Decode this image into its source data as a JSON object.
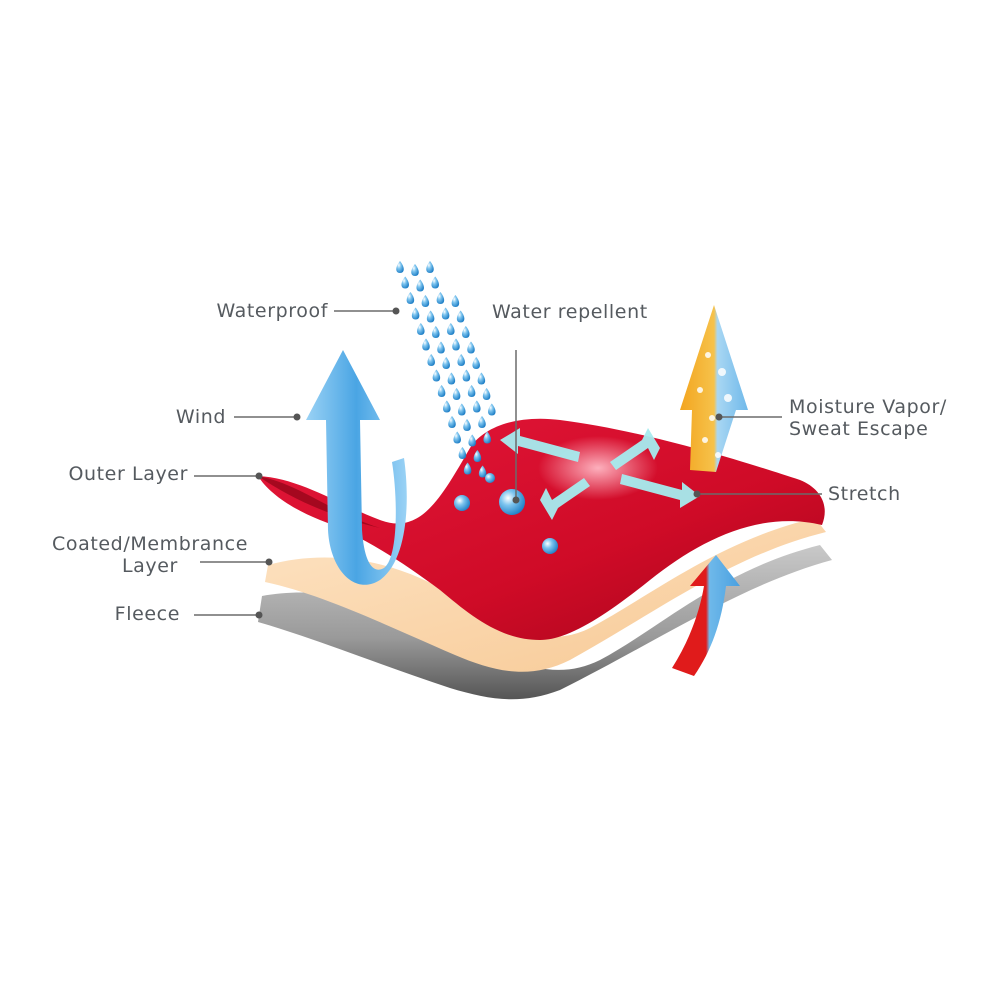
{
  "labels": {
    "waterproof": "Waterproof",
    "water_repellent": "Water repellent",
    "wind": "Wind",
    "outer_layer": "Outer Layer",
    "membrane_line1": "Coated/Membrance",
    "membrane_line2": "Layer",
    "fleece": "Fleece",
    "moisture_line1": "Moisture Vapor/",
    "moisture_line2": "Sweat Escape",
    "stretch": "Stretch"
  },
  "colors": {
    "outer_layer": "#d8102c",
    "membrane_layer": "#fbd5a6",
    "fleece_layer": "#8c8c8c",
    "wind_arrow": "#5fb2e8",
    "water_drops": "#4ea8e0",
    "vapor_warm": "#f3a51f",
    "vapor_cool": "#7fc3ee",
    "stretch_arrows": "#a6ecef",
    "label_text": "#555a5f",
    "leader_line": "#6b6b6b"
  }
}
